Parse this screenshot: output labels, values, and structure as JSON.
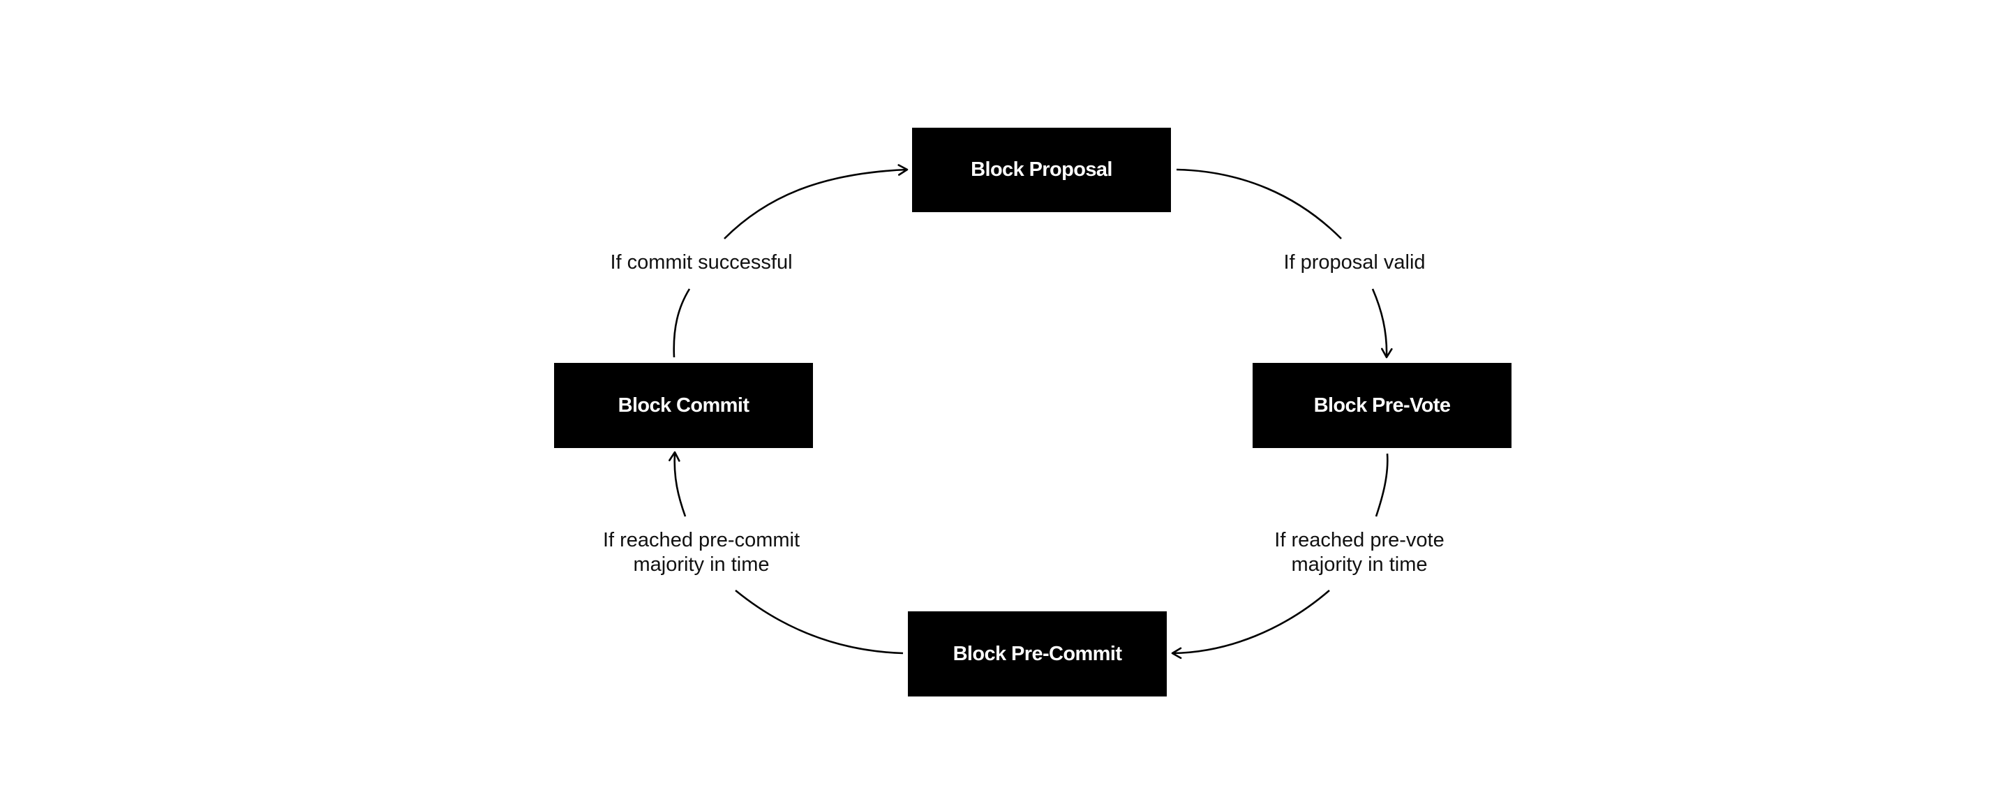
{
  "colors": {
    "background": "#ffffff",
    "node_fill": "#000000",
    "node_text": "#ffffff",
    "edge": "#000000",
    "label_text": "#111111"
  },
  "nodes": {
    "proposal": "Block Proposal",
    "prevote": "Block Pre-Vote",
    "precommit": "Block Pre-Commit",
    "commit": "Block Commit"
  },
  "edges": {
    "proposal_to_prevote": "If proposal valid",
    "prevote_to_precommit": [
      "If reached pre-vote",
      "majority in time"
    ],
    "precommit_to_commit": [
      "If reached pre-commit",
      "majority in time"
    ],
    "commit_to_proposal": "If commit successful"
  }
}
